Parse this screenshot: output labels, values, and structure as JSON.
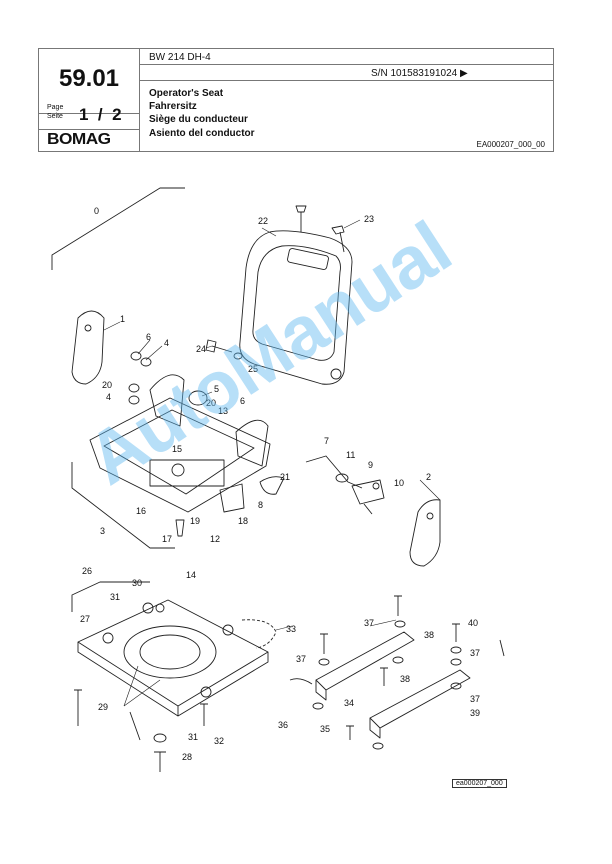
{
  "header": {
    "page_number": "59.01",
    "page_label": "Page",
    "seite_label": "Seite",
    "page_indicator": "1  /  2",
    "brand": "BOMAG",
    "model": "BW 214 DH-4",
    "serial": "S/N 101583191024  ▶",
    "title_en": "Operator's Seat",
    "title_de": "Fahrersitz",
    "title_fr": "Siège du conducteur",
    "title_es": "Asiento del conductor",
    "doc_ref": "EA000207_000_00"
  },
  "diagram": {
    "callouts": [
      "0",
      "1",
      "2",
      "3",
      "4",
      "4",
      "5",
      "6",
      "6",
      "7",
      "8",
      "9",
      "10",
      "11",
      "12",
      "13",
      "14",
      "15",
      "16",
      "17",
      "18",
      "19",
      "20",
      "20",
      "21",
      "22",
      "23",
      "24",
      "25",
      "26",
      "27",
      "28",
      "29",
      "30",
      "31",
      "31",
      "32",
      "33",
      "34",
      "35",
      "36",
      "37",
      "37",
      "37",
      "37",
      "38",
      "38",
      "39",
      "40"
    ],
    "figure_ref": "ea000207_000"
  },
  "watermark": "AutoManual"
}
